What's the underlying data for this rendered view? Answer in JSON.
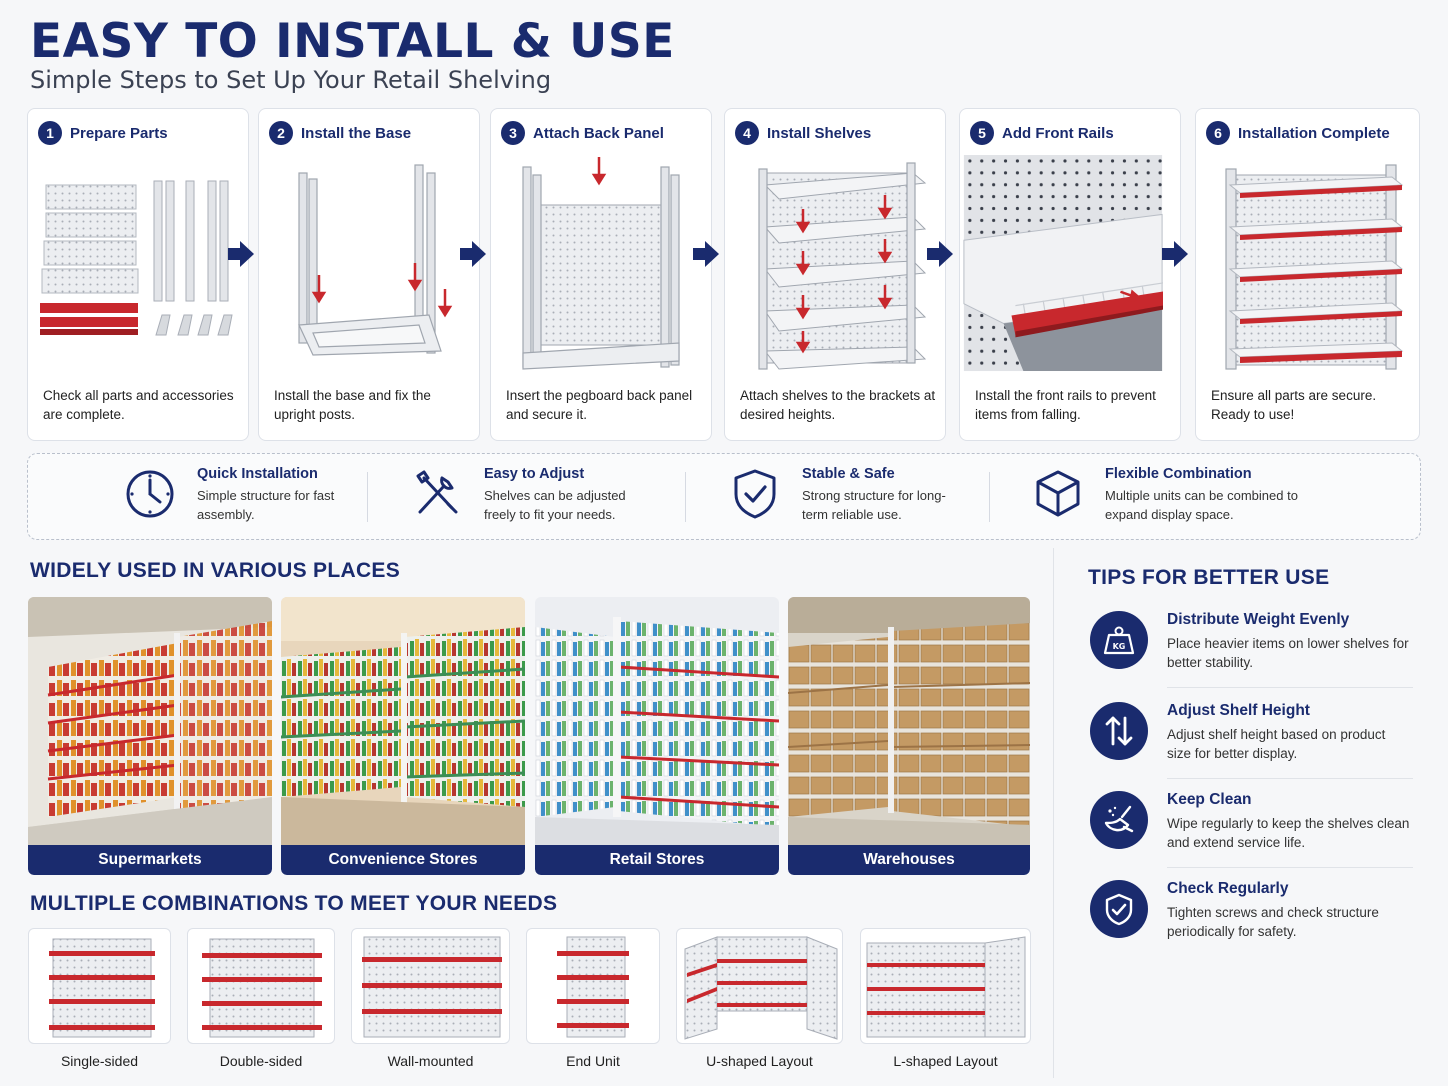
{
  "header": {
    "title": "EASY TO INSTALL & USE",
    "subtitle": "Simple Steps to Set Up Your Retail Shelving"
  },
  "steps": [
    {
      "num": "1",
      "title": "Prepare Parts",
      "desc": "Check all parts and accessories are complete."
    },
    {
      "num": "2",
      "title": "Install the Base",
      "desc": "Install the base and fix the upright posts."
    },
    {
      "num": "3",
      "title": "Attach Back Panel",
      "desc": "Insert the pegboard back panel and secure it."
    },
    {
      "num": "4",
      "title": "Install Shelves",
      "desc": "Attach shelves to the brackets at desired heights."
    },
    {
      "num": "5",
      "title": "Add Front Rails",
      "desc": "Install the front rails to prevent items from falling."
    },
    {
      "num": "6",
      "title": "Installation Complete",
      "desc": "Ensure all parts are secure. Ready to use!"
    }
  ],
  "features": [
    {
      "icon": "clock-icon",
      "title": "Quick Installation",
      "desc": "Simple structure for fast assembly."
    },
    {
      "icon": "tools-icon",
      "title": "Easy to Adjust",
      "desc": "Shelves can be adjusted freely to fit your needs."
    },
    {
      "icon": "shield-check-icon",
      "title": "Stable & Safe",
      "desc": "Strong structure for long-term reliable use."
    },
    {
      "icon": "cube-icon",
      "title": "Flexible Combination",
      "desc": "Multiple units can be combined to expand display space."
    }
  ],
  "places": {
    "title": "WIDELY USED IN VARIOUS PLACES",
    "items": [
      "Supermarkets",
      "Convenience Stores",
      "Retail Stores",
      "Warehouses"
    ]
  },
  "combinations": {
    "title": "MULTIPLE COMBINATIONS TO MEET YOUR NEEDS",
    "items": [
      "Single-sided",
      "Double-sided",
      "Wall-mounted",
      "End Unit",
      "U-shaped Layout",
      "L-shaped Layout"
    ]
  },
  "tips": {
    "title": "TIPS FOR BETTER USE",
    "items": [
      {
        "icon": "weight-kg-icon",
        "kg": "KG",
        "title": "Distribute Weight Evenly",
        "desc": "Place heavier items on lower shelves for better stability."
      },
      {
        "icon": "up-down-arrows-icon",
        "title": "Adjust Shelf Height",
        "desc": "Adjust shelf height based on product size for better display."
      },
      {
        "icon": "cleaning-spray-icon",
        "title": "Keep Clean",
        "desc": "Wipe regularly to keep the shelves clean and extend service life."
      },
      {
        "icon": "shield-check-icon",
        "title": "Check Regularly",
        "desc": "Tighten screws and check structure periodically for safety."
      }
    ]
  },
  "colors": {
    "navy": "#1a2b6e",
    "red_rail": "#c8282d",
    "shelf": "#e6e8ec"
  }
}
